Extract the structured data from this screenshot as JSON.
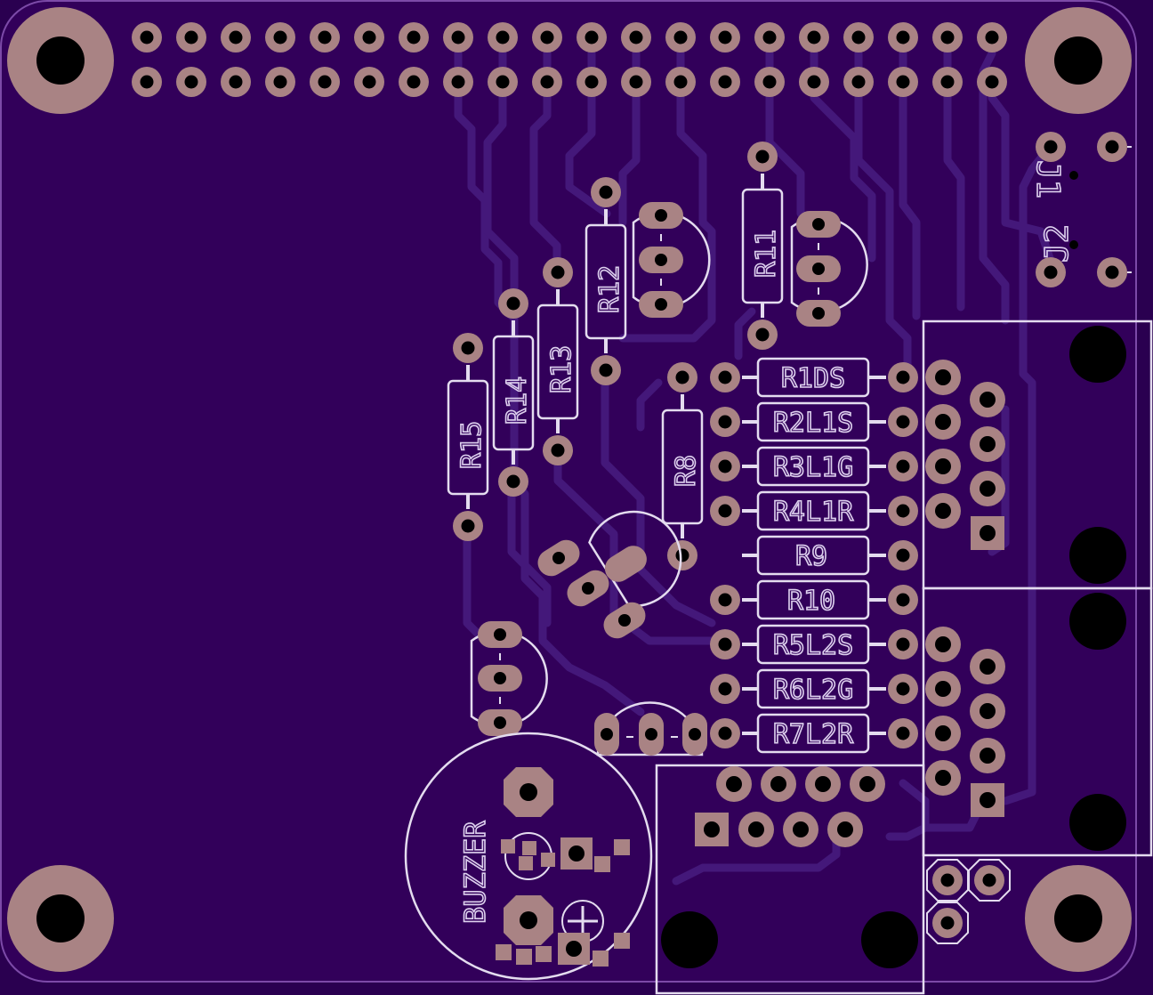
{
  "colors": {
    "board": "#32005a",
    "board_edge": "#7c4aa8",
    "copper": "#a98384",
    "copper_dark": "#8e6a6d",
    "trace": "#4a1c7c",
    "silk": "#e4dcef",
    "drill": "#000000"
  },
  "labels": {
    "r15": "R15",
    "r14": "R14",
    "r13": "R13",
    "r12": "R12",
    "r11": "R11",
    "r8": "R8",
    "r1ds": "R1DS",
    "r2l1s": "R2L1S",
    "r3l1g": "R3L1G",
    "r4l1r": "R4L1R",
    "r9": "R9",
    "r10": "R10",
    "r5l2s": "R5L2S",
    "r6l2g": "R6L2G",
    "r7l2r": "R7L2R",
    "buzzer": "BUZZER",
    "j1": "J1",
    "j2": "J2"
  }
}
